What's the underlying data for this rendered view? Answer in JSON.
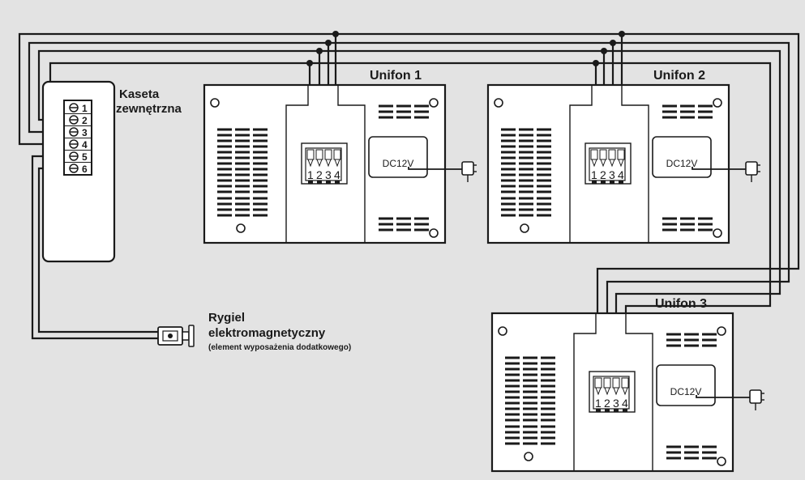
{
  "colors": {
    "background": "#e3e3e3",
    "line": "#1a1a1a",
    "device": "#ffffff"
  },
  "outdoor_station": {
    "title_line1": "Kaseta",
    "title_line2": "zewnętrzna",
    "terminals": [
      "1",
      "2",
      "3",
      "4",
      "5",
      "6"
    ]
  },
  "lock": {
    "title_line1": "Rygiel",
    "title_line2": "elektromagnetyczny",
    "note": "(element wyposażenia dodatkowego)"
  },
  "units": [
    {
      "title": "Unifon 1",
      "power_label": "DC12V",
      "terminal_labels": [
        "1",
        "2",
        "3",
        "4"
      ]
    },
    {
      "title": "Unifon 2",
      "power_label": "DC12V",
      "terminal_labels": [
        "1",
        "2",
        "3",
        "4"
      ]
    },
    {
      "title": "Unifon 3",
      "power_label": "DC12V",
      "terminal_labels": [
        "1",
        "2",
        "3",
        "4"
      ]
    }
  ],
  "icons": [
    "screw-terminal-icon",
    "power-adapter-icon",
    "electromagnetic-lock-icon",
    "junction-dot-icon"
  ]
}
